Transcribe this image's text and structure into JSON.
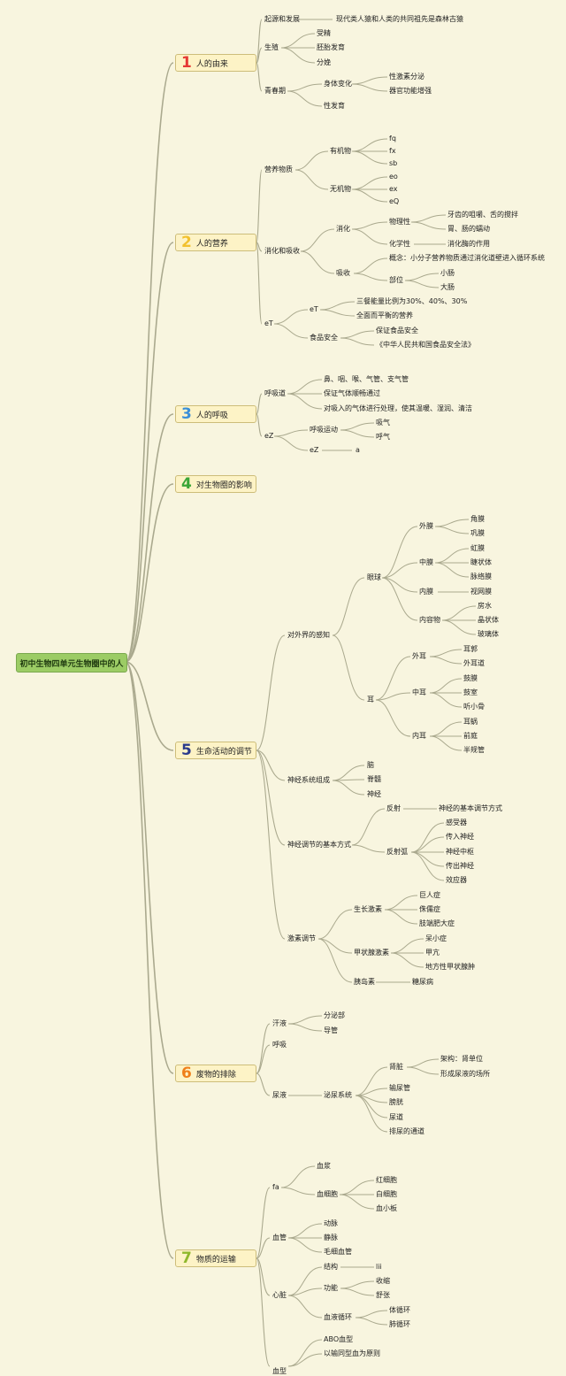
{
  "root": {
    "label": "初中生物四单元生物圈中的人"
  },
  "colors": {
    "background": "#f8f5df",
    "root_fill": "#9ccc65",
    "branch_fill": "#fdf3c6",
    "line": "#aaa98e"
  },
  "branches": [
    {
      "num": "1",
      "label": "人的由来",
      "color": "#e53935"
    },
    {
      "num": "2",
      "label": "人的营养",
      "color": "#f2c12e"
    },
    {
      "num": "3",
      "label": "人的呼吸",
      "color": "#3a8fd8"
    },
    {
      "num": "4",
      "label": "对生物圈的影响",
      "color": "#3aa537"
    },
    {
      "num": "5",
      "label": "生命活动的调节",
      "color": "#2a3a8c"
    },
    {
      "num": "6",
      "label": "废物的排除",
      "color": "#ef7f1a"
    },
    {
      "num": "7",
      "label": "物质的运输",
      "color": "#8fb82c"
    }
  ],
  "nodes": {
    "b1": {
      "origin": "起源和发展",
      "origin_note": "现代类人猿和人类的共同祖先是森林古猿",
      "repro": "生殖",
      "repro_items": [
        "受精",
        "胚胎发育",
        "分娩"
      ],
      "puberty": "青春期",
      "body_change": "身体变化",
      "body_items": [
        "性激素分泌",
        "器官功能增强"
      ],
      "sex_dev": "性发育"
    },
    "b2": {
      "nutrient": "营养物质",
      "organic": "有机物",
      "organic_items": [
        "fq",
        "fx",
        "sb"
      ],
      "inorganic": "无机物",
      "inorganic_items": [
        "eo",
        "ex",
        "eQ"
      ],
      "digest_absorb": "消化和吸收",
      "digest": "消化",
      "physical": "物理性",
      "physical_items": [
        "牙齿的咀嚼、舌的搅拌",
        "胃、肠的蠕动"
      ],
      "chemical": "化学性",
      "chemical_note": "消化酶的作用",
      "absorb": "吸收",
      "absorb_concept": "概念：小分子营养物质通过消化道壁进入循环系统",
      "part": "部位",
      "part_items": [
        "小肠",
        "大肠"
      ],
      "et": "eT",
      "et_sub": "eT",
      "et_items": [
        "三餐能量比例为30%、40%、30%",
        "全面而平衡的营养"
      ],
      "food_safety": "食品安全",
      "food_items": [
        "保证食品安全",
        "《中华人民共和国食品安全法》"
      ]
    },
    "b3": {
      "airway": "呼吸道",
      "airway_items": [
        "鼻、咽、喉、气管、支气管",
        "保证气体顺畅通过",
        "对吸入的气体进行处理，使其温暖、湿润、清洁"
      ],
      "ez": "eZ",
      "resp_move": "呼吸运动",
      "resp_items": [
        "吸气",
        "呼气"
      ],
      "ez_sub": "eZ",
      "ez_leaf": "a"
    },
    "b5": {
      "perception": "对外界的感知",
      "eyeball": "眼球",
      "outer_membrane": "外膜",
      "outer_items": [
        "角膜",
        "巩膜"
      ],
      "middle_membrane": "中膜",
      "middle_items": [
        "虹膜",
        "睫状体",
        "脉络膜"
      ],
      "inner_membrane": "内膜",
      "retina": "视网膜",
      "contents": "内容物",
      "contents_items": [
        "房水",
        "晶状体",
        "玻璃体"
      ],
      "ear": "耳",
      "outer_ear": "外耳",
      "outer_ear_items": [
        "耳郭",
        "外耳道"
      ],
      "middle_ear": "中耳",
      "middle_ear_items": [
        "鼓膜",
        "鼓室",
        "听小骨"
      ],
      "inner_ear": "内耳",
      "inner_ear_items": [
        "耳蜗",
        "前庭",
        "半规管"
      ],
      "nervous": "神经系统组成",
      "nervous_items": [
        "脑",
        "脊髓",
        "神经"
      ],
      "nerve_mode": "神经调节的基本方式",
      "reflex": "反射",
      "reflex_note": "神经的基本调节方式",
      "reflex_arc": "反射弧",
      "arc_items": [
        "感受器",
        "传入神经",
        "神经中枢",
        "传出神经",
        "效应器"
      ],
      "hormone": "激素调节",
      "growth": "生长激素",
      "growth_items": [
        "巨人症",
        "侏儒症",
        "肢端肥大症"
      ],
      "thyroid": "甲状腺激素",
      "thyroid_items": [
        "呆小症",
        "甲亢",
        "地方性甲状腺肿"
      ],
      "insulin": "胰岛素",
      "insulin_note": "糖尿病"
    },
    "b6": {
      "sweat": "汗液",
      "sweat_items": [
        "分泌部",
        "导管"
      ],
      "breath": "呼吸",
      "urine": "尿液",
      "urinary": "泌尿系统",
      "kidney": "肾脏",
      "kidney_items": [
        "架构：肾单位",
        "形成尿液的场所"
      ],
      "urinary_items": [
        "输尿管",
        "膀胱",
        "尿道",
        "排尿的通道"
      ]
    },
    "b7": {
      "fa": "fa",
      "plasma": "血浆",
      "blood_cells": "血细胞",
      "cell_items": [
        "红细胞",
        "白细胞",
        "血小板"
      ],
      "vessels": "血管",
      "vessel_items": [
        "动脉",
        "静脉",
        "毛细血管"
      ],
      "heart": "心脏",
      "structure": "结构",
      "structure_leaf": "lii",
      "function": "功能",
      "function_items": [
        "收缩",
        "舒张"
      ],
      "circulation": "血液循环",
      "circ_items": [
        "体循环",
        "肺循环"
      ],
      "blood_type": "血型",
      "type_items": [
        "ABO血型",
        "以输同型血为原则"
      ]
    }
  }
}
